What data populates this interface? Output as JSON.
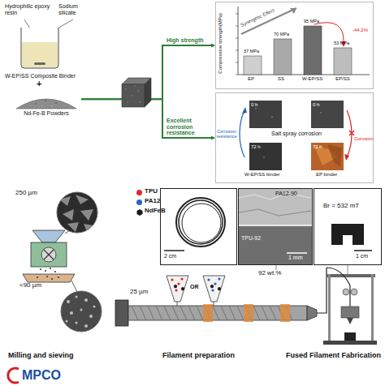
{
  "diagram": {
    "nodes": [
      {
        "text": [
          "W-EP/SS Composite Binder"
        ]
      },
      {
        "text": [
          "Nd-Fe-B Powders"
        ]
      },
      {
        "text": [
          "Compressive strength(MPa)"
        ]
      },
      {
        "text": [
          "Salt spray corrosion"
        ]
      },
      {
        "text": [
          "250 µm"
        ]
      },
      {
        "text": [
          "<90 µm"
        ]
      },
      {
        "text": [
          "2 cm"
        ]
      },
      {
        "text": [
          "PA12-90",
          "TPU-92",
          "1 mm"
        ]
      },
      {
        "text": [
          "Br = 532 mT",
          "1 cm"
        ]
      }
    ],
    "edges": [
      {
        "from": 1,
        "to": 2,
        "arrow": "to",
        "label": "High strength"
      },
      {
        "from": 1,
        "to": 3,
        "arrow": "to",
        "label": "Excellent corrosion resistance"
      }
    ],
    "labels": [
      "Hydrophilic epoxy resin",
      "Sodium silicate",
      "+",
      "37 MPa",
      "70 MPa",
      "95 MPa",
      "53 MPa",
      "EP",
      "SS",
      "W-EP/SS",
      "EP/SS",
      "Synergetic Effect",
      "-44.2%",
      "0 h",
      "0 h",
      "72 h",
      "72 h",
      "Corrosion resistance",
      "Corrosion",
      "W-EP/SS binder",
      "EP binder",
      "25 µm",
      "92 wt.%",
      "OR",
      "Milling and sieving",
      "Filament preparation",
      "Fused Filament Fabrication",
      "MPCO"
    ],
    "legend": [
      {
        "text": "TPU",
        "color": "#e8242a"
      },
      {
        "text": "PA12",
        "color": "#2f5fc8"
      },
      {
        "text": "NdFeB"
      }
    ]
  }
}
